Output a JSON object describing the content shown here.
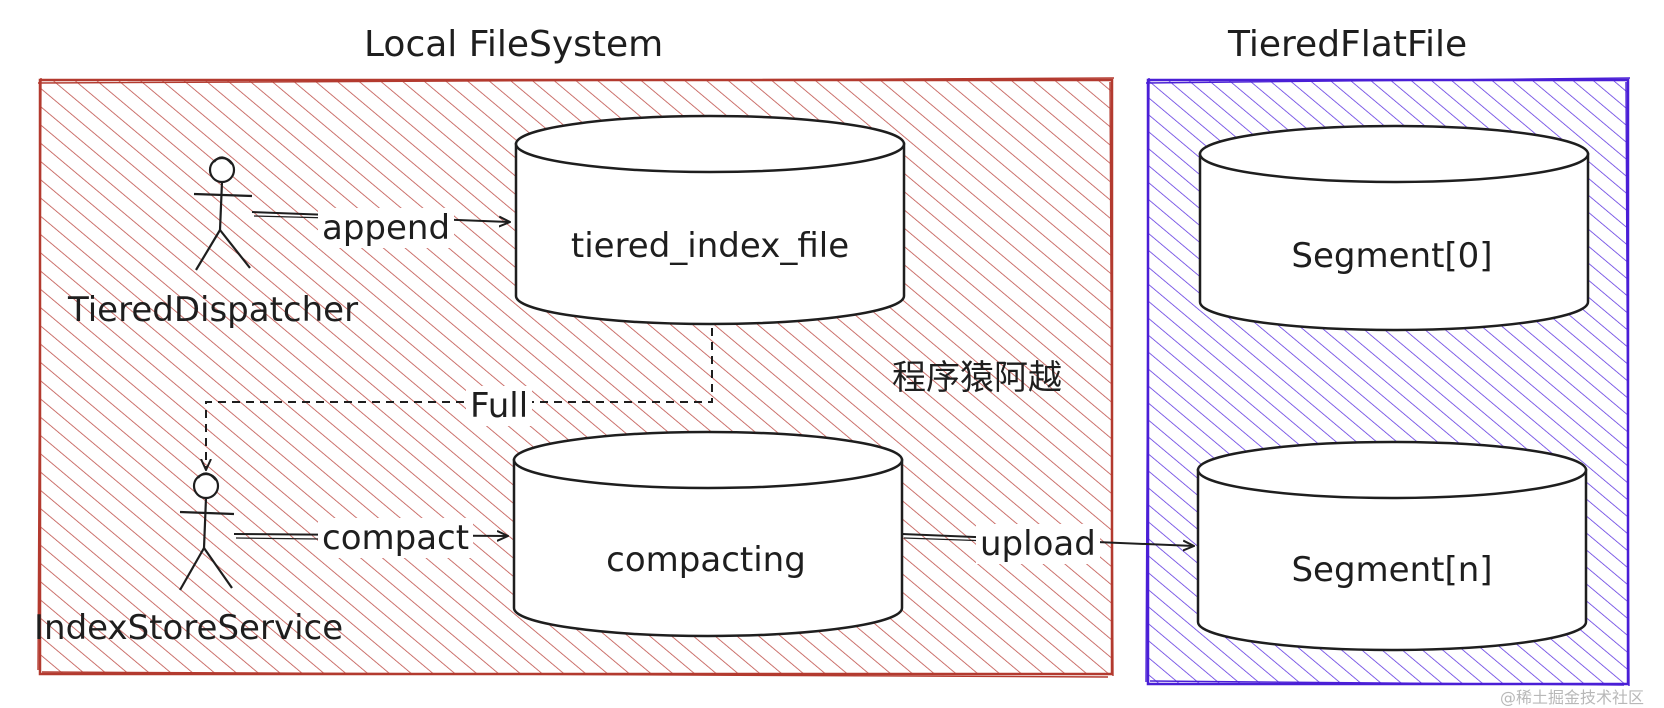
{
  "titles": {
    "local": "Local FileSystem",
    "remote": "TieredFlatFile"
  },
  "actors": {
    "dispatcher": "TieredDispatcher",
    "index_store": "IndexStoreService"
  },
  "databases": {
    "tiered_index": "tiered_index_file",
    "compacting": "compacting",
    "segment0": "Segment[0]",
    "segmentn": "Segment[n]"
  },
  "edges": {
    "append": "append",
    "full": "Full",
    "compact": "compact",
    "upload": "upload"
  },
  "watermark": "程序猿阿越",
  "footer": "@稀土掘金技术社区",
  "colors": {
    "local_stroke": "#b33a2f",
    "local_hatch": "#c0504a",
    "remote_stroke": "#4a1fd6",
    "remote_hatch": "#5a2fe0",
    "ink": "#1e1e1e"
  }
}
